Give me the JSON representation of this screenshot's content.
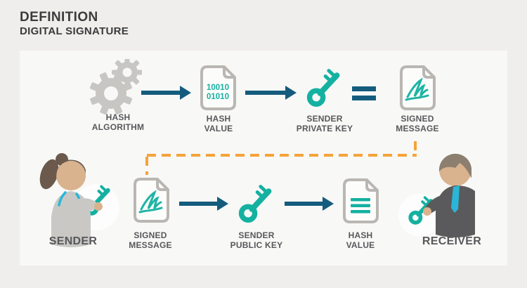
{
  "header": {
    "title": "DEFINITION",
    "subtitle": "DIGITAL SIGNATURE"
  },
  "colors": {
    "background": "#efeeec",
    "panel": "#f8f8f7",
    "title_text": "#3b3b3d",
    "label_text": "#57585a",
    "arrow": "#145c7d",
    "teal": "#14b1a1",
    "cyan_accent": "#2bb6d7",
    "orange_dash": "#f5a339",
    "icon_gray": "#c8c6c2",
    "doc_border": "#bab7b3",
    "doc_fill": "#fcfcfb",
    "skin": "#d9b28e",
    "sender_hair": "#6b5a4c",
    "receiver_hair": "#8c7f70",
    "suit": "#5a5a5c",
    "coat": "#c9c8c5"
  },
  "top_row": {
    "hash_algorithm_label": "HASH\nALGORITHM",
    "hash_value_label": "HASH\nVALUE",
    "hash_value_binary_line1": "10010",
    "hash_value_binary_line2": "01010",
    "sender_private_key_label": "SENDER\nPRIVATE KEY",
    "equals_symbol": "=",
    "signed_message_label": "SIGNED\nMESSAGE"
  },
  "bottom_row": {
    "sender_label": "SENDER",
    "signed_message_label": "SIGNED\nMESSAGE",
    "sender_public_key_label": "SENDER\nPUBLIC KEY",
    "hash_value_label": "HASH\nVALUE",
    "receiver_label": "RECEIVER"
  }
}
